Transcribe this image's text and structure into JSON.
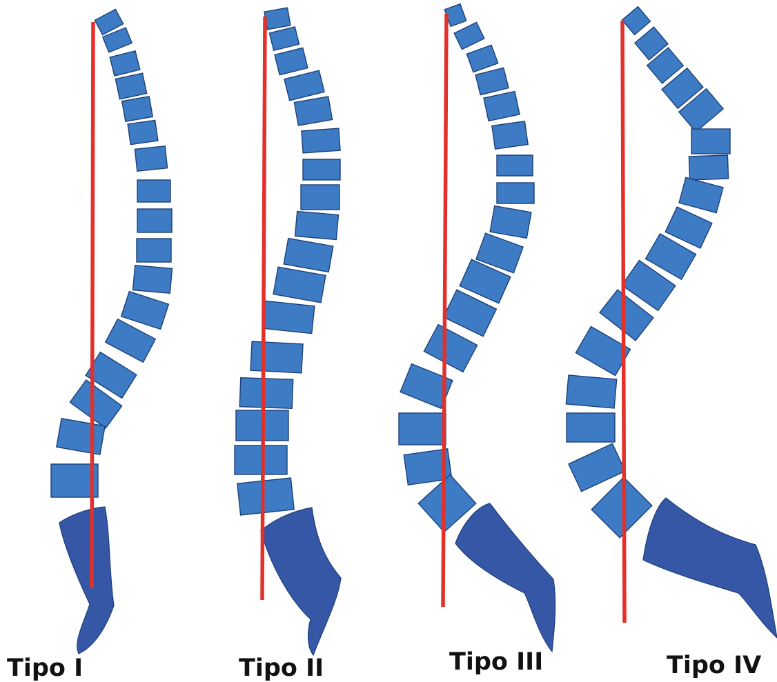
{
  "colors": {
    "vertebra_fill": "#3d7cc4",
    "vertebra_stroke": "#1c3f78",
    "sacrum_fill": "#3557a6",
    "plumb_line": "#e3302b",
    "background": "#ffffff",
    "label_text": "#111111"
  },
  "spines": [
    {
      "id": "tipo-1",
      "label": "Tipo I"
    },
    {
      "id": "tipo-2",
      "label": "Tipo II"
    },
    {
      "id": "tipo-3",
      "label": "Tipo III"
    },
    {
      "id": "tipo-4",
      "label": "Tipo IV"
    }
  ]
}
